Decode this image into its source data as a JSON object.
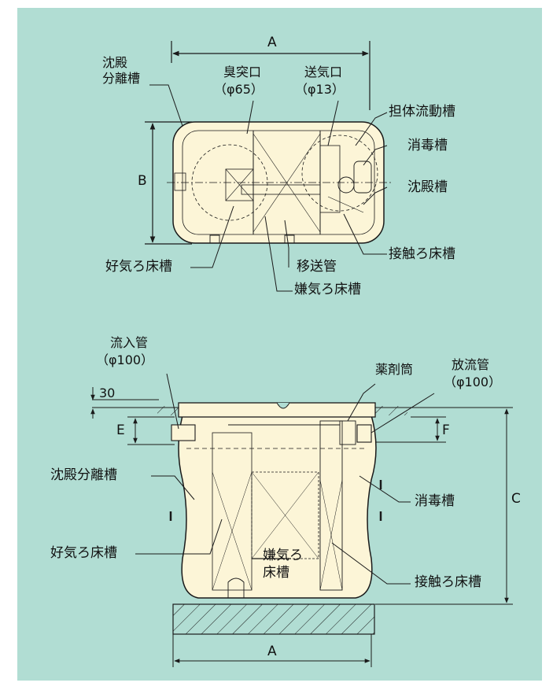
{
  "top_view": {
    "dim_a": "A",
    "dim_b": "B",
    "sedimentation_separation_tank": [
      "沈殿",
      "分離槽"
    ],
    "vent_port": [
      "臭突口",
      "（φ65）"
    ],
    "air_supply_port": [
      "送気口",
      "（φ13）"
    ],
    "carrier_flow_tank": "担体流動槽",
    "disinfection_tank": "消毒槽",
    "sedimentation_tank": "沈殿槽",
    "aerobic_filter_tank": "好気ろ床槽",
    "transfer_pipe": "移送管",
    "contact_filter_tank": "接触ろ床槽",
    "anaerobic_filter_tank": "嫌気ろ床槽"
  },
  "side_view": {
    "inflow_pipe": [
      "流入管",
      "（φ100）"
    ],
    "chemical_cylinder": "薬剤筒",
    "discharge_pipe": [
      "放流管",
      "（φ100）"
    ],
    "dim_30": "30",
    "dim_e": "E",
    "dim_f": "F",
    "dim_c": "C",
    "dim_a": "A",
    "sedimentation_separation_tank": "沈殿分離槽",
    "disinfection_tank": "消毒槽",
    "aerobic_filter_tank": "好気ろ床槽",
    "anaerobic_filter_tank": [
      "嫌気ろ",
      "床槽"
    ],
    "contact_filter_tank": "接触ろ床槽"
  },
  "colors": {
    "background": "#b1ddd3",
    "tank_fill": "#fcf5d7",
    "line": "#1a1a1a"
  }
}
